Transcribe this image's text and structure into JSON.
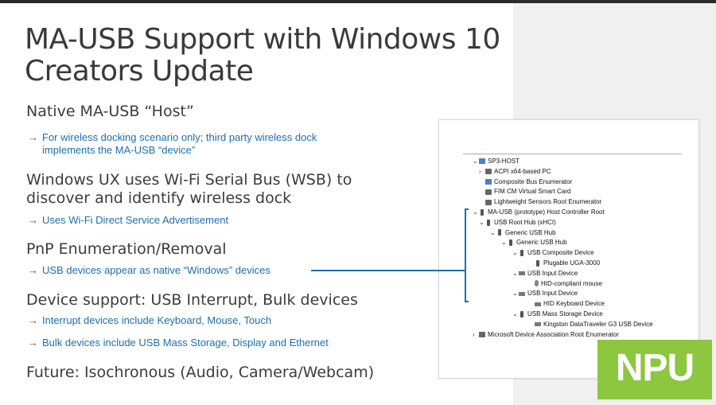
{
  "slide": {
    "title": "MA-USB Support with Windows 10 Creators Update",
    "sections": [
      {
        "heading": "Native MA-USB “Host”",
        "bullets": [
          "For wireless docking scenario only; third party wireless dock implements the MA-USB “device”"
        ]
      },
      {
        "heading": "Windows UX uses Wi-Fi Serial Bus (WSB) to discover and identify wireless dock",
        "bullets": [
          "Uses Wi-Fi Direct Service Advertisement"
        ]
      },
      {
        "heading": "PnP Enumeration/Removal",
        "bullets": [
          "USB devices appear as native “Windows” devices"
        ]
      },
      {
        "heading": "Device support: USB Interrupt, Bulk devices",
        "bullets": [
          "Interrupt devices include Keyboard, Mouse, Touch",
          "Bulk devices include USB Mass Storage, Display and Ethernet"
        ]
      },
      {
        "heading": "Future: Isochronous (Audio, Camera/Webcam)",
        "bullets": []
      }
    ],
    "bullet_arrow": "→"
  },
  "device_manager": {
    "nodes": [
      {
        "label": "SP3-HOST",
        "chev": "⌄",
        "icon": "pc"
      },
      {
        "label": "ACPI x64-based PC",
        "chev": "›",
        "icon": "dev"
      },
      {
        "label": "Composite Bus Enumerator",
        "chev": "",
        "icon": "pc"
      },
      {
        "label": "FIM CM Virtual Smart Card",
        "chev": "",
        "icon": "dev"
      },
      {
        "label": "Lightweight Sensors Root Enumerator",
        "chev": "",
        "icon": "dev"
      },
      {
        "label": "MA-USB (prototype) Host Controller Root",
        "chev": "⌄",
        "icon": "usb"
      },
      {
        "label": "USB Root Hub (xHCI)",
        "chev": "⌄",
        "icon": "usb"
      },
      {
        "label": "Generic USB Hub",
        "chev": "⌄",
        "icon": "usb"
      },
      {
        "label": "Generic USB Hub",
        "chev": "⌄",
        "icon": "usb"
      },
      {
        "label": "USB Composite Device",
        "chev": "⌄",
        "icon": "usb"
      },
      {
        "label": "Plugable UGA-3000",
        "chev": "",
        "icon": "usb"
      },
      {
        "label": "USB Input Device",
        "chev": "⌄",
        "icon": "kb"
      },
      {
        "label": "HID-compliant mouse",
        "chev": "",
        "icon": "ms"
      },
      {
        "label": "USB Input Device",
        "chev": "⌄",
        "icon": "kb"
      },
      {
        "label": "HID Keyboard Device",
        "chev": "",
        "icon": "kb"
      },
      {
        "label": "USB Mass Storage Device",
        "chev": "⌄",
        "icon": "usb"
      },
      {
        "label": "Kingston DataTraveler G3 USB Device",
        "chev": "",
        "icon": "kb"
      },
      {
        "label": "Microsoft Device Association Root Enumerator",
        "chev": "›",
        "icon": "dev"
      }
    ]
  },
  "watermark": {
    "text": "NPU",
    "color": "#8dc63f"
  }
}
